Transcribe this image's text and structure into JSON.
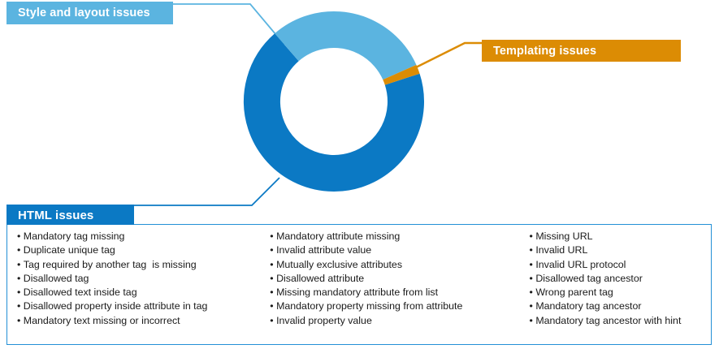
{
  "diagram": {
    "title_hidden": "",
    "callouts": [
      {
        "id": "style-and-layout",
        "label": "Style and layout issues",
        "color": "#5BB4E0"
      },
      {
        "id": "templating",
        "label": "Templating issues",
        "color": "#DC8C04"
      },
      {
        "id": "html",
        "label": "HTML issues",
        "color": "#0B79C4"
      }
    ],
    "columns": [
      {
        "name": "column-1",
        "items": [
          "Mandatory tag missing",
          "Duplicate unique tag",
          "Tag required by another tag  is missing",
          "Disallowed tag",
          "Disallowed text inside tag",
          "Disallowed property inside attribute in tag",
          "Mandatory text missing or incorrect"
        ]
      },
      {
        "name": "column-2",
        "items": [
          "Mandatory attribute missing",
          "Invalid attribute value",
          "Mutually exclusive attributes",
          "Disallowed attribute",
          "Missing mandatory attribute from list",
          "Mandatory property missing from attribute",
          "Invalid property value"
        ]
      },
      {
        "name": "column-3",
        "items": [
          "Missing URL",
          "Invalid URL",
          "Invalid URL protocol",
          "Disallowed tag ancestor",
          "Wrong parent tag",
          "Mandatory tag ancestor",
          "Mandatory tag ancestor with hint"
        ]
      }
    ]
  },
  "chart_data": {
    "type": "pie",
    "variant": "donut",
    "title": "",
    "legend_position": "callout-labels",
    "center": [
      411,
      125
    ],
    "outer_radius": 111,
    "inner_radius": 66,
    "categories": [
      "Style and layout issues",
      "Templating issues",
      "HTML issues"
    ],
    "values": [
      29.7,
      1.7,
      68.6
    ],
    "unit": "percent",
    "colors": [
      "#5BB4E0",
      "#DC8C04",
      "#0B79C4"
    ],
    "start_angle_deg": -41,
    "segments": [
      {
        "label": "Style and layout issues",
        "color": "#5BB4E0",
        "start_deg": -41,
        "end_deg": 66,
        "sweep_deg": 107,
        "percent": 29.7
      },
      {
        "label": "Templating issues",
        "color": "#DC8C04",
        "start_deg": 66,
        "end_deg": 72,
        "sweep_deg": 6,
        "percent": 1.7
      },
      {
        "label": "HTML issues",
        "color": "#0B79C4",
        "start_deg": 72,
        "end_deg": 319,
        "sweep_deg": 247,
        "percent": 68.6
      }
    ]
  }
}
